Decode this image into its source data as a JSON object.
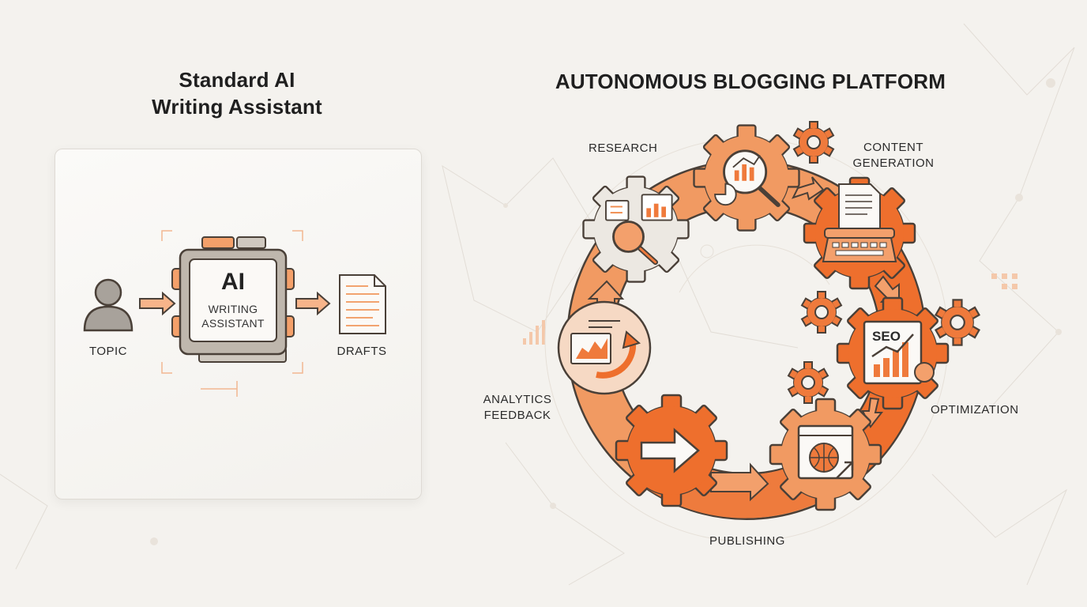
{
  "left_panel": {
    "title_line1": "Standard AI",
    "title_line2": "Writing Assistant",
    "input_label": "TOPIC",
    "chip_title": "AI",
    "chip_line1": "WRITING",
    "chip_line2": "ASSISTANT",
    "output_label": "DRAFTS"
  },
  "right_panel": {
    "title": "AUTONOMOUS BLOGGING PLATFORM",
    "stages": {
      "research": "RESEARCH",
      "content_line1": "CONTENT",
      "content_line2": "GENERATION",
      "optimization": "OPTIMIZATION",
      "seo_text": "SEO",
      "publishing": "PUBLISHING",
      "analytics_line1": "ANALYTICS",
      "analytics_line2": "FEEDBACK"
    }
  },
  "colors": {
    "accent": "#ef7a3c",
    "accent_light": "#f7b48a",
    "accent_dark": "#e05a1c",
    "gear_gray": "#ece8e2",
    "outline": "#4a4038",
    "background": "#f4f2ee"
  },
  "icons": [
    "user-icon",
    "arrow-right-icon",
    "chip-icon",
    "document-icon",
    "gear-icon",
    "magnifier-icon",
    "typewriter-icon",
    "seo-chart-icon",
    "globe-window-icon",
    "analytics-chart-icon"
  ]
}
